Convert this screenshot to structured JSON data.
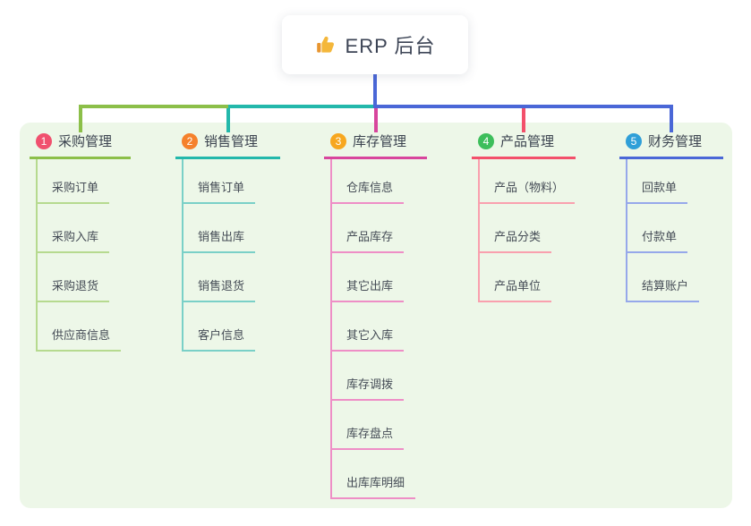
{
  "root": {
    "label": "ERP 后台",
    "icon": "thumbs-up-icon"
  },
  "canvas": {
    "background": "#ffffff",
    "panel_color": "#edf7e8",
    "root_line_color": "#4a67d7",
    "root_text_color": "#3c4455",
    "thumb_color": "#f4b73b"
  },
  "branches": [
    {
      "number": "1",
      "label": "采购管理",
      "badge_color": "#f0506e",
      "line_color": "#8cbf49",
      "child_line_color": "#b6da8f",
      "children": [
        "采购订单",
        "采购入库",
        "采购退货",
        "供应商信息"
      ]
    },
    {
      "number": "2",
      "label": "销售管理",
      "badge_color": "#f5812c",
      "line_color": "#23b8ab",
      "child_line_color": "#7ad0c7",
      "children": [
        "销售订单",
        "销售出库",
        "销售退货",
        "客户信息"
      ]
    },
    {
      "number": "3",
      "label": "库存管理",
      "badge_color": "#f7a71f",
      "line_color": "#d8459d",
      "child_line_color": "#ee8ec6",
      "children": [
        "仓库信息",
        "产品库存",
        "其它出库",
        "其它入库",
        "库存调拨",
        "库存盘点",
        "出库库明细"
      ]
    },
    {
      "number": "4",
      "label": "产品管理",
      "badge_color": "#3dbe5b",
      "line_color": "#f3506b",
      "child_line_color": "#f9a0ae",
      "children": [
        "产品（物料）",
        "产品分类",
        "产品单位"
      ]
    },
    {
      "number": "5",
      "label": "财务管理",
      "badge_color": "#2f9fd8",
      "line_color": "#4a67d7",
      "child_line_color": "#96a8ea",
      "children": [
        "回款单",
        "付款单",
        "结算账户"
      ]
    }
  ]
}
